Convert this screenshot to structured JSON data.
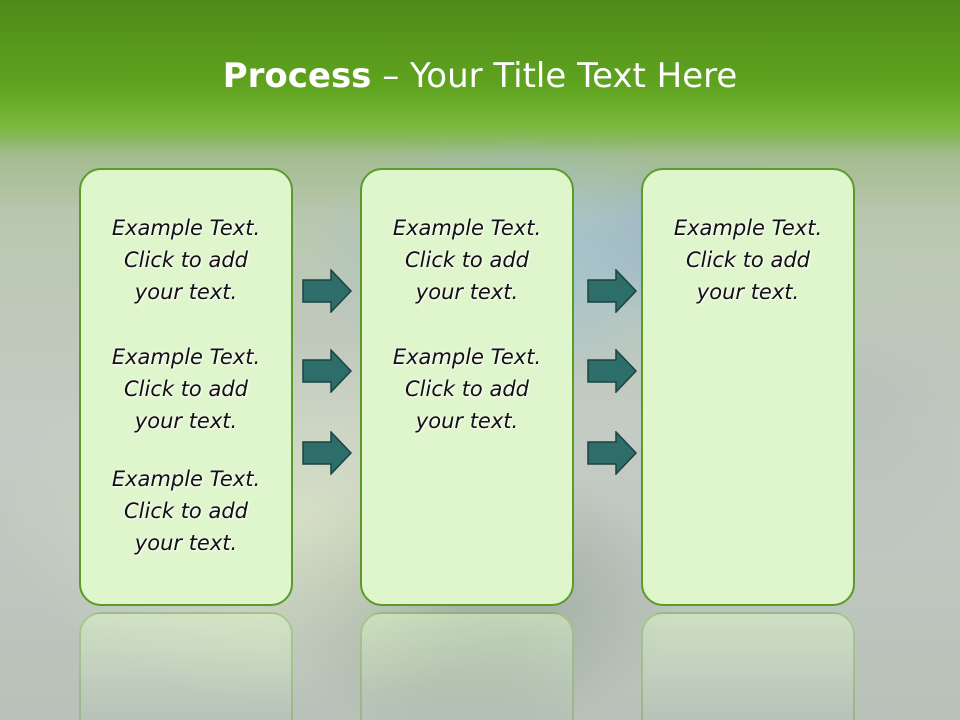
{
  "title": {
    "bold": "Process",
    "rest": "– Your Title Text Here"
  },
  "columns": [
    {
      "blocks": [
        {
          "l1": "Example Text.",
          "l2": "Click  to add",
          "l3": "your text."
        },
        {
          "l1": "Example Text.",
          "l2": "Click  to add",
          "l3": "your text."
        },
        {
          "l1": "Example Text.",
          "l2": "Click  to add",
          "l3": "your text."
        }
      ]
    },
    {
      "blocks": [
        {
          "l1": "Example Text.",
          "l2": "Click  to add",
          "l3": "your text."
        },
        {
          "l1": "Example Text.",
          "l2": "Click  to add",
          "l3": "your text."
        }
      ]
    },
    {
      "blocks": [
        {
          "l1": "Example Text.",
          "l2": "Click  to add",
          "l3": "your text."
        }
      ]
    }
  ],
  "colors": {
    "accent": "#5fa31f",
    "box_fill": "#dff5cc",
    "arrow": "#2e6e6a"
  },
  "icons": [
    "right-arrow-icon"
  ]
}
